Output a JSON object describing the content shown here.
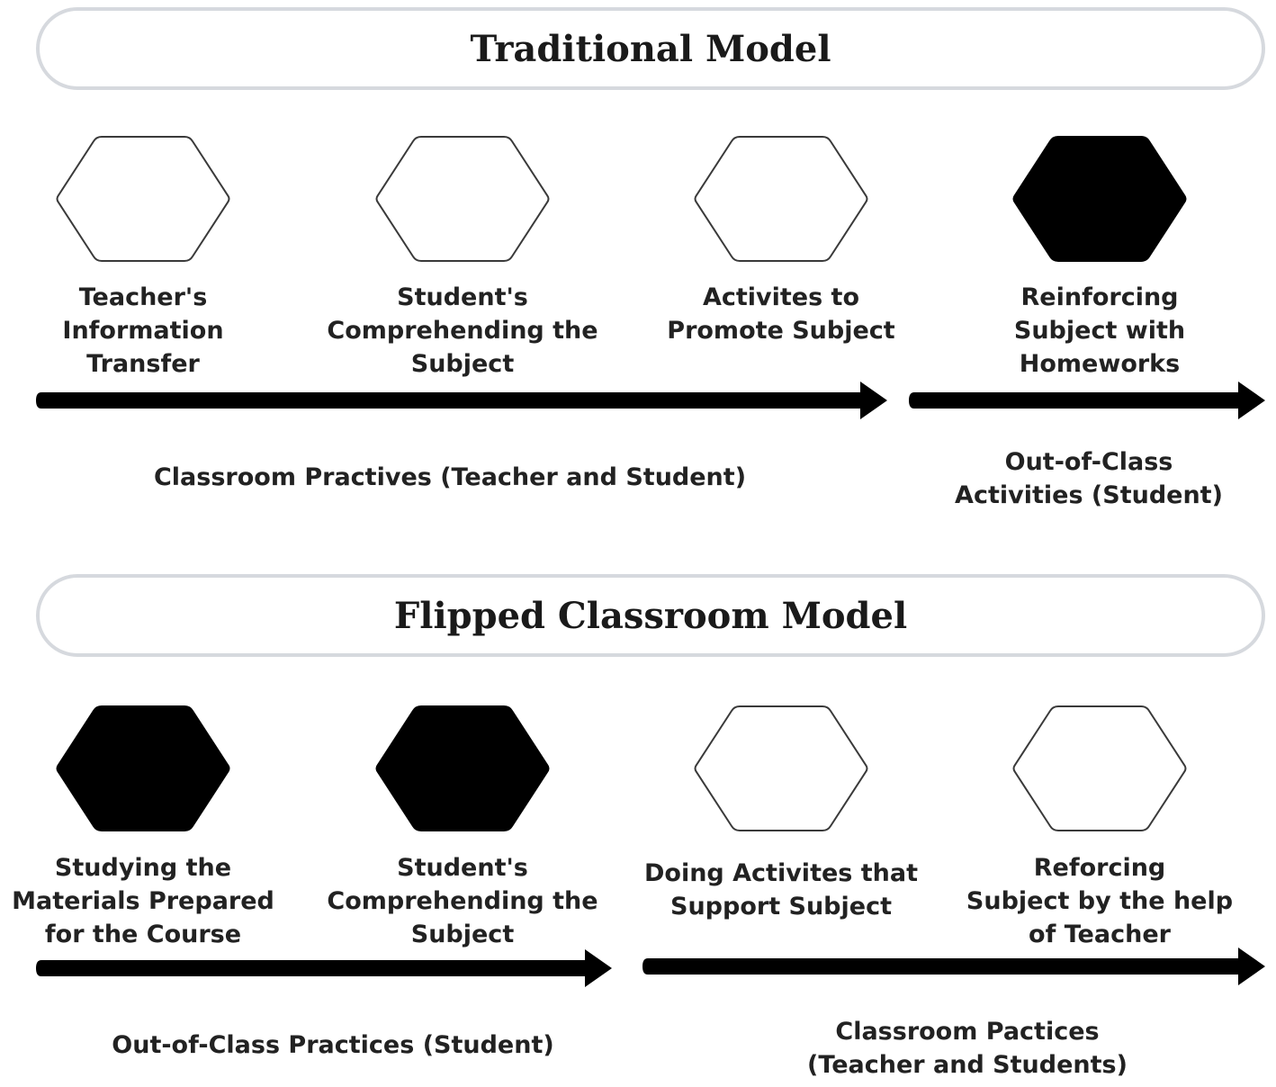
{
  "traditional": {
    "title": "Traditional Model",
    "steps": [
      {
        "label": "Teacher's\nInformation\nTransfer",
        "filled": false
      },
      {
        "label": "Student's\nComprehending the\nSubject",
        "filled": false
      },
      {
        "label": "Activites to\nPromote Subject",
        "filled": false
      },
      {
        "label": "Reinforcing\nSubject with\nHomeworks",
        "filled": true
      }
    ],
    "phase_classroom": "Classroom Practives (Teacher and Student)",
    "phase_out_of_class": "Out-of-Class\nActivities (Student)"
  },
  "flipped": {
    "title": "Flipped Classroom Model",
    "steps": [
      {
        "label": "Studying the\nMaterials Prepared\nfor the Course",
        "filled": true
      },
      {
        "label": "Student's\nComprehending the\nSubject",
        "filled": true
      },
      {
        "label": "Doing Activites that\nSupport Subject",
        "filled": false
      },
      {
        "label": "Reforcing\nSubject by the help\nof Teacher",
        "filled": false
      }
    ],
    "phase_out_of_class": "Out-of-Class Practices (Student)",
    "phase_classroom": "Classroom Pactices\n(Teacher and Students)"
  },
  "colors": {
    "filled": "#000000",
    "outline": "#3a3a3a",
    "banner_border": "#d6d9de"
  }
}
